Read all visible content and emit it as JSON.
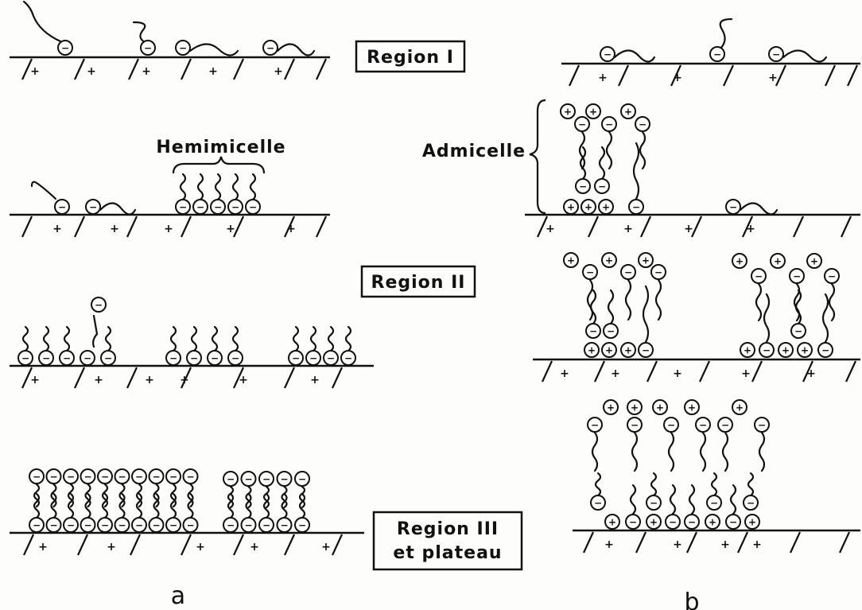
{
  "labels": {
    "region1": "Region I",
    "region2": "Region II",
    "region3_line1": "Region III",
    "region3_line2": "et plateau",
    "hemimicelle": "Hemimicelle",
    "admicelle": "Admicelle",
    "panel_a": "a",
    "panel_b": "b"
  },
  "symbols": {
    "anion": "−",
    "cation": "+"
  }
}
